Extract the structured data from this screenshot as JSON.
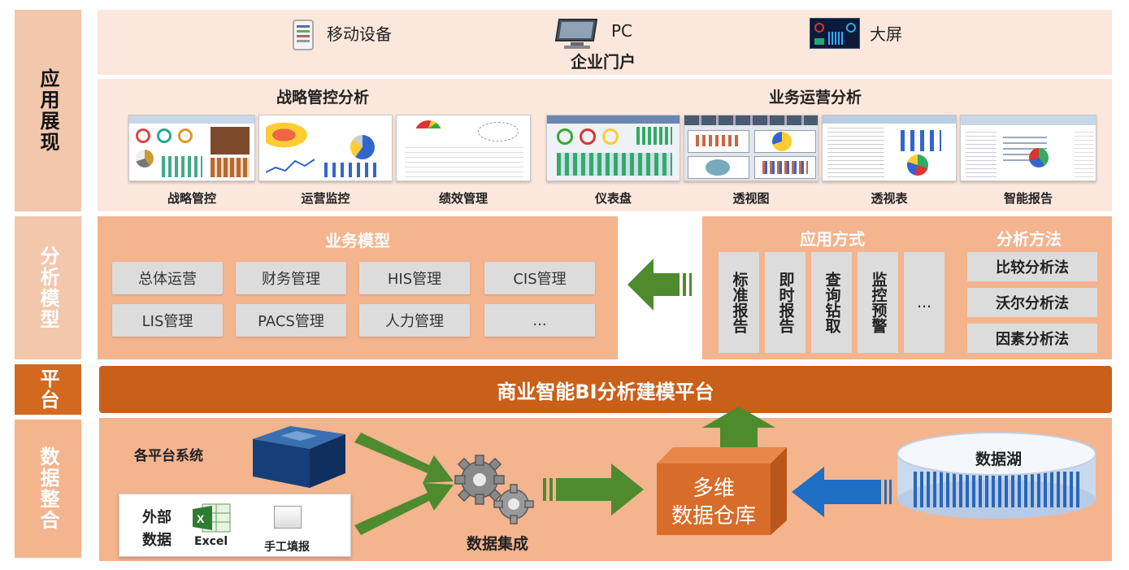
{
  "layers": {
    "presentation": "应用展现",
    "model": "分析模型",
    "platform": "平台",
    "data": "数据整合"
  },
  "channels": {
    "mobile": "移动设备",
    "pc": "PC",
    "screen": "大屏",
    "portal": "企业门户"
  },
  "analysis": {
    "strategic_title": "战略管控分析",
    "business_title": "业务运营分析",
    "thumbnails": [
      {
        "label": "战略管控",
        "icon": "dashboard-thumbnail-icon"
      },
      {
        "label": "运营监控",
        "icon": "map-thumbnail-icon"
      },
      {
        "label": "绩效管理",
        "icon": "gauge-thumbnail-icon"
      },
      {
        "label": "仪表盘",
        "icon": "dashboard-thumbnail-icon"
      },
      {
        "label": "透视图",
        "icon": "pivot-chart-thumbnail-icon"
      },
      {
        "label": "透视表",
        "icon": "pivot-table-thumbnail-icon"
      },
      {
        "label": "智能报告",
        "icon": "report-thumbnail-icon"
      }
    ]
  },
  "business_model": {
    "title": "业务模型",
    "items": [
      "总体运营",
      "财务管理",
      "HIS管理",
      "CIS管理",
      "LIS管理",
      "PACS管理",
      "人力管理",
      "..."
    ]
  },
  "application_mode": {
    "title": "应用方式",
    "items": [
      "标准报告",
      "即时报告",
      "查询钻取",
      "监控预警",
      "..."
    ]
  },
  "analysis_method": {
    "title": "分析方法",
    "items": [
      "比较分析法",
      "沃尔分析法",
      "因素分析法"
    ]
  },
  "platform_title": "商业智能BI分析建模平台",
  "data_integration": {
    "systems_label": "各平台系统",
    "external_label_1": "外部",
    "external_label_2": "数据",
    "excel_label": "Excel",
    "manual_label": "手工填报",
    "integration_label": "数据集成",
    "warehouse_line_1": "多维",
    "warehouse_line_2": "数据仓库",
    "lake_label": "数据湖"
  },
  "colors": {
    "layer_bg": "#f2c7ac",
    "light_bg": "#fbe7dc",
    "mid_bg": "#f3b48e",
    "platform_bg": "#c9601a",
    "arrow_green": "#4e8a2e",
    "arrow_blue": "#1f6fc4"
  }
}
